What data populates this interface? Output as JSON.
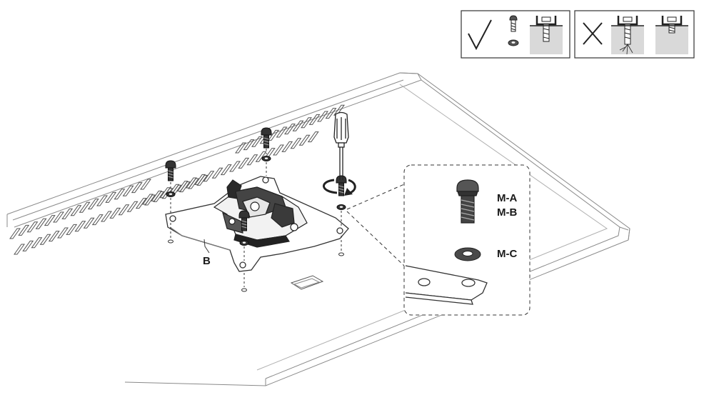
{
  "callouts": {
    "plate_label": "B",
    "screw_label_a": "M-A",
    "screw_label_b": "M-B",
    "washer_label": "M-C"
  },
  "legend": {
    "correct_symbol": "✓",
    "wrong_symbol": "✕"
  },
  "colors": {
    "line": "#3a3a3a",
    "fill_dark": "#2a2a2a",
    "fill_gray": "#d9d9d9",
    "panel": "#eeeeee"
  },
  "icons": [
    "checkmark-icon",
    "cross-icon",
    "screw-icon",
    "washer-icon",
    "screwdriver-icon",
    "rotate-arrow-icon"
  ]
}
